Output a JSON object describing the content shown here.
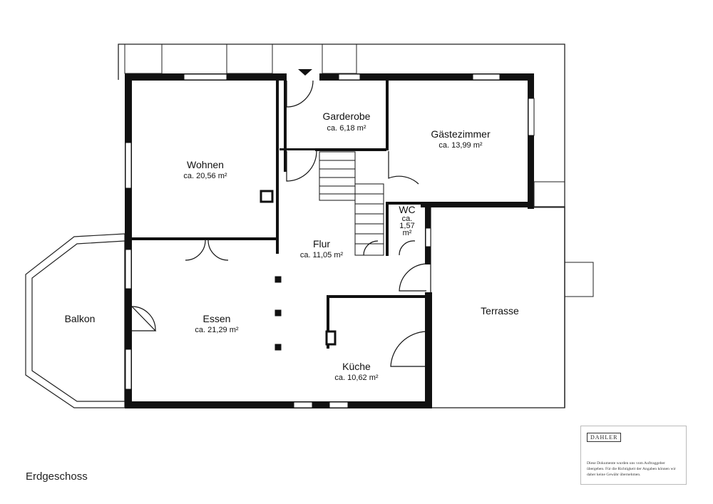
{
  "floor": {
    "label": "Erdgeschoss"
  },
  "rooms": [
    {
      "id": "wohnen",
      "name": "Wohnen",
      "area": "ca. 20,56 m²"
    },
    {
      "id": "garderobe",
      "name": "Garderobe",
      "area": "ca. 6,18 m²"
    },
    {
      "id": "gaestezimmer",
      "name": "Gästezimmer",
      "area": "ca. 13,99 m²"
    },
    {
      "id": "flur",
      "name": "Flur",
      "area": "ca. 11,05 m²"
    },
    {
      "id": "essen",
      "name": "Essen",
      "area": "ca. 21,29 m²"
    },
    {
      "id": "kueche",
      "name": "Küche",
      "area": "ca. 10,62 m²"
    },
    {
      "id": "balkon",
      "name": "Balkon"
    },
    {
      "id": "terrasse",
      "name": "Terrasse"
    },
    {
      "id": "wc",
      "name": "WC",
      "area_lines": [
        "ca.",
        "1,57",
        "m²"
      ]
    }
  ],
  "brand": {
    "logo": "DAHLER",
    "disclaimer": "Diese Dokumente wurden uns vom Auftraggeber übergeben. Für die Richtigkeit der Angaben können wir daher keine Gewähr übernehmen."
  },
  "colors": {
    "wall": "#111111",
    "line": "#222222",
    "background": "#ffffff"
  }
}
